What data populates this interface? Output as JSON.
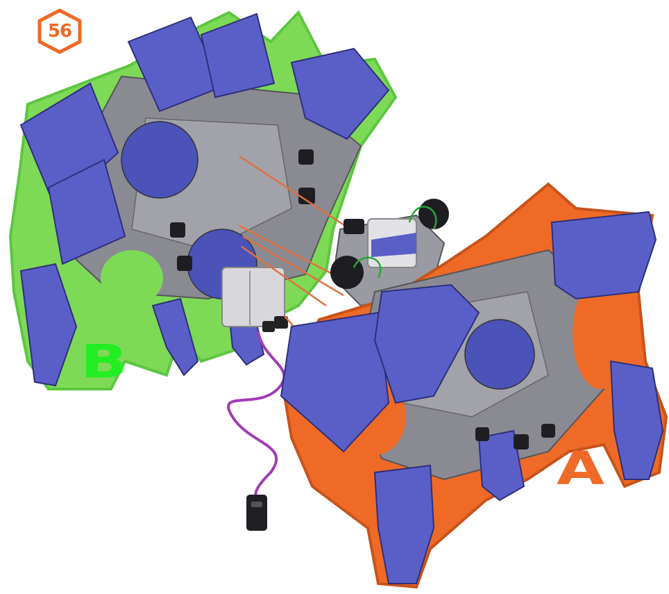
{
  "step_badge": {
    "number": "56",
    "color": "#ee6a26"
  },
  "labels": {
    "module_b": {
      "text": "B",
      "color": "#22ee22"
    },
    "module_a": {
      "text": "A",
      "color": "#ee6a26"
    }
  },
  "colors": {
    "frame_gray": "#77777f",
    "panel_blue": "#5a5fc8",
    "accent_green": "#7ed957",
    "accent_orange": "#ee6a26",
    "wire_purple": "#a03cb4",
    "rod_orange": "#e07040"
  }
}
